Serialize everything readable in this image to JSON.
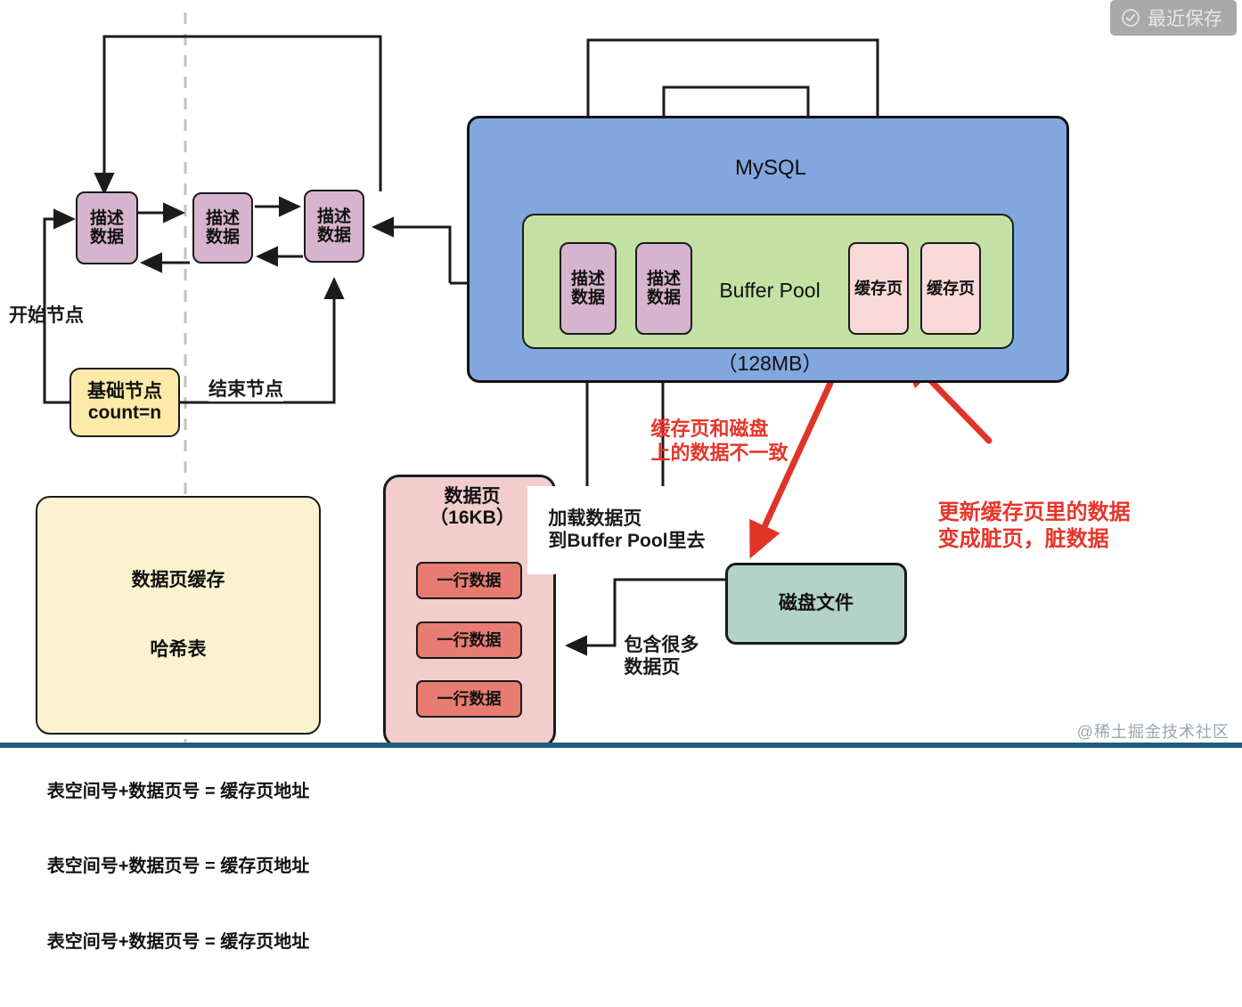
{
  "header": {
    "save_badge_label": "最近保存",
    "save_badge_icon": "check-circle-icon"
  },
  "watermark": "@稀土掘金技术社区",
  "linked_list": {
    "nodes": [
      {
        "line1": "描述",
        "line2": "数据"
      },
      {
        "line1": "描述",
        "line2": "数据"
      },
      {
        "line1": "描述",
        "line2": "数据"
      }
    ],
    "base_node": {
      "line1": "基础节点",
      "line2": "count=n"
    },
    "start_label": "开始节点",
    "end_label": "结束节点"
  },
  "hash_table": {
    "title_line1": "数据页缓存",
    "title_line2": "哈希表",
    "rows": [
      "表空间号+数据页号 = 缓存页地址",
      "表空间号+数据页号 = 缓存页地址",
      "表空间号+数据页号 = 缓存页地址"
    ]
  },
  "mysql": {
    "title": "MySQL",
    "buffer_pool": {
      "title_line1": "Buffer Pool",
      "title_line2": "（128MB）",
      "descriptors": [
        {
          "line1": "描述",
          "line2": "数据"
        },
        {
          "line1": "描述",
          "line2": "数据"
        }
      ],
      "cache_pages": [
        {
          "label": "缓存页"
        },
        {
          "label": "缓存页"
        }
      ]
    }
  },
  "data_page": {
    "title_line1": "数据页",
    "title_line2": "（16KB）",
    "rows": [
      {
        "label": "一行数据"
      },
      {
        "label": "一行数据"
      },
      {
        "label": "一行数据"
      }
    ]
  },
  "disk": {
    "label": "磁盘文件"
  },
  "annotations": {
    "load_page_line1": "加载数据页",
    "load_page_line2": "到Buffer Pool里去",
    "many_pages_line1": "包含很多",
    "many_pages_line2": "数据页",
    "inconsistent_line1": "缓存页和磁盘",
    "inconsistent_line2": "上的数据不一致",
    "dirty_line1": "更新缓存页里的数据",
    "dirty_line2": "变成脏页，脏数据"
  },
  "colors": {
    "descriptor": "#d6b4cd",
    "base_node": "#fdeaa8",
    "hash_table": "#fbf3cf",
    "mysql": "#82a6de",
    "buffer_pool": "#c2e1a3",
    "cache_page": "#f9d9d9",
    "data_page": "#f2cdcb",
    "data_row": "#e87c72",
    "disk": "#b3d2c8",
    "annotation_red": "#e8352a",
    "stroke": "#1b1b1b"
  }
}
